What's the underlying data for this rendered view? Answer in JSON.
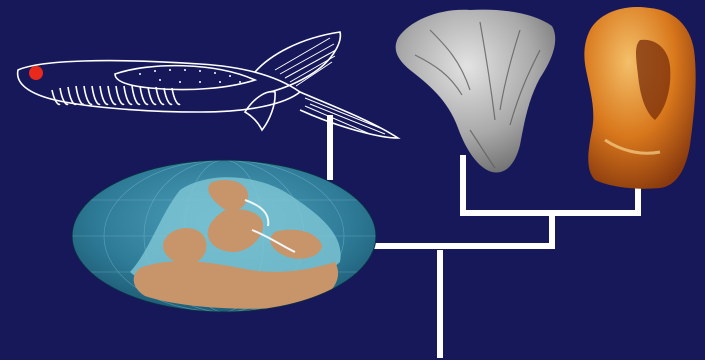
{
  "scene": {
    "background_color": "#16185a",
    "tree_line_color": "#ffffff",
    "fish_marker_color": "#e8291c",
    "ocean_color": "#3f8aa8",
    "land_color": "#c8946a",
    "fossil_grey_color": "#b9b9b9",
    "fossil_orange_color": "#d9781c"
  },
  "subjects": [
    {
      "id": "fish",
      "icon": "fossil-fish-outline-icon"
    },
    {
      "id": "globe",
      "icon": "paleogeographic-world-map-icon"
    },
    {
      "id": "grey_fossil",
      "icon": "grey-fossil-braincase-icon"
    },
    {
      "id": "orange_fossil",
      "icon": "orange-fossil-braincase-icon"
    }
  ]
}
